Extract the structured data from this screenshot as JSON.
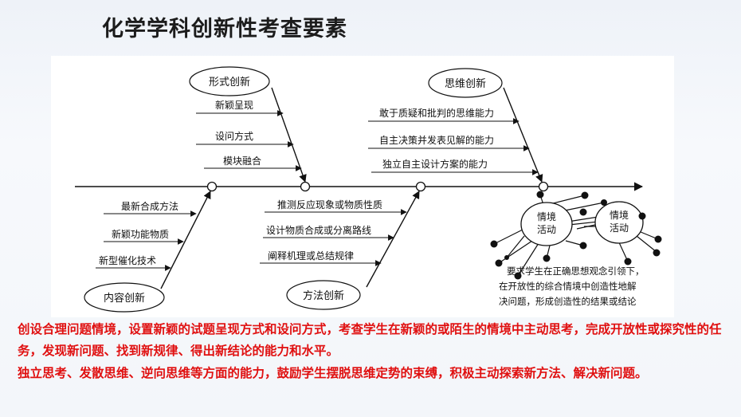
{
  "title": "化学学科创新性考查要素",
  "diagram": {
    "forms": {
      "label": "形式创新",
      "items": [
        "新颖呈现",
        "设问方式",
        "模块融合"
      ]
    },
    "thinking": {
      "label": "思维创新",
      "items": [
        "敢于质疑和批判的思维能力",
        "自主决策并发表见解的能力",
        "独立自主设计方案的能力"
      ]
    },
    "content": {
      "label": "内容创新",
      "items": [
        "最新合成方法",
        "新颖功能物质",
        "新型催化技术"
      ]
    },
    "method": {
      "label": "方法创新",
      "items": [
        "推测反应现象或物质性质",
        "设计物质合成或分离路线",
        "阐释机理或总结规律"
      ]
    },
    "situation": {
      "node_label_line1": "情境",
      "node_label_line2": "活动",
      "description": [
        "要求学生在正确思想观念引领下，",
        "在开放性的综合情境中创造性地解",
        "决问题，形成创造性的结果或结论"
      ]
    }
  },
  "captions": [
    "创设合理问题情境，设置新颖的试题呈现方式和设问方式，考查学生在新颖的或陌生的情境中主动思考，完成开放性或探究性的任务，发现新问题、找到新规律、得出新结论的能力和水平。",
    "独立思考、发散思维、逆向思维等方面的能力，鼓励学生摆脱思维定势的束缚，积极主动探索新方法、解决新问题。"
  ],
  "colors": {
    "caption": "#e01010",
    "diagram_ink": "#111111"
  }
}
